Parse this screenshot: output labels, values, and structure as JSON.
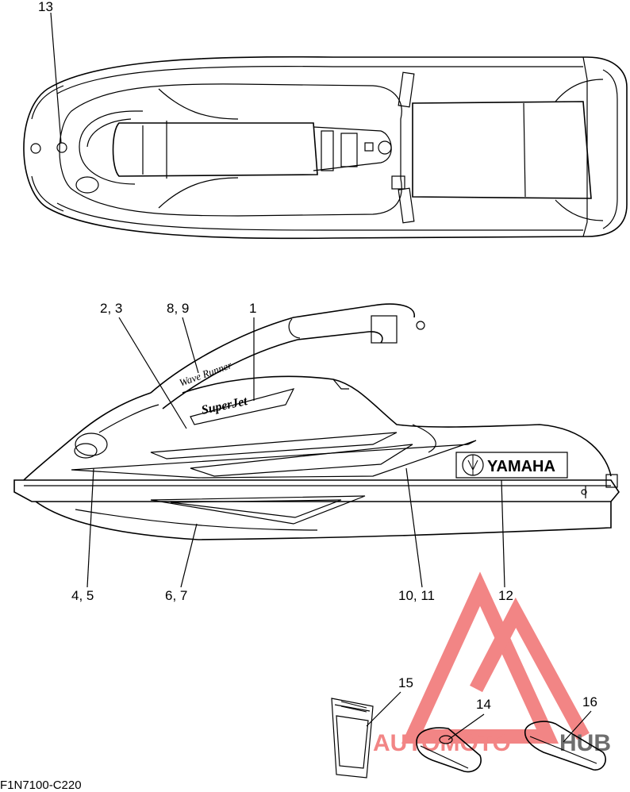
{
  "callouts": {
    "c13": "13",
    "c1": "1",
    "c2_3": "2, 3",
    "c8_9": "8, 9",
    "c4_5": "4, 5",
    "c6_7": "6, 7",
    "c10_11": "10, 11",
    "c12": "12",
    "c14": "14",
    "c15": "15",
    "c16": "16"
  },
  "decals": {
    "brand": "YAMAHA",
    "side_name": "SuperJet",
    "handle_text": "Wave Runner"
  },
  "watermark": {
    "text_left": "AUTOMOTO",
    "text_right": "HUB",
    "color": "#f07070",
    "color_dark": "#555555"
  },
  "figure_code": "F1N7100-C220"
}
